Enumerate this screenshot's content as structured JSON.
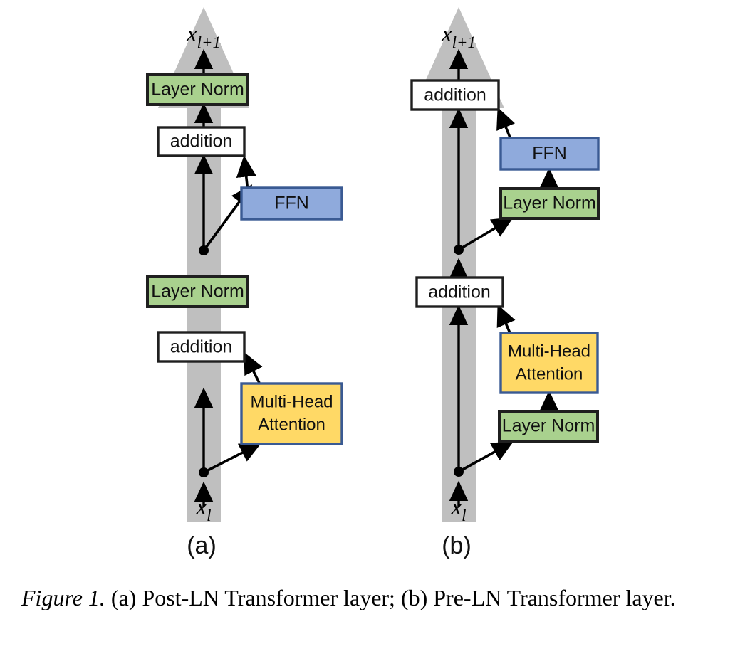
{
  "figure": {
    "caption_prefix": "Figure 1.",
    "caption_text": " (a) Post-LN Transformer layer; (b) Pre-LN Transformer layer.",
    "panels": [
      {
        "id": "a",
        "label": "(a)",
        "title": "Post-LN Transformer layer",
        "input_var": "x",
        "input_sub": "l",
        "output_var": "x",
        "output_sub": "l+1",
        "blocks": [
          {
            "name": "layer-norm-top",
            "label": "Layer Norm",
            "color": "#a9d18e",
            "border": "#1f1f1f"
          },
          {
            "name": "addition-top",
            "label": "addition",
            "color": "#ffffff",
            "border": "#1f1f1f"
          },
          {
            "name": "ffn",
            "label": "FFN",
            "color": "#8faadc",
            "border": "#3a5a93"
          },
          {
            "name": "layer-norm-bot",
            "label": "Layer Norm",
            "color": "#a9d18e",
            "border": "#1f1f1f"
          },
          {
            "name": "addition-bot",
            "label": "addition",
            "color": "#ffffff",
            "border": "#1f1f1f"
          },
          {
            "name": "multi-head-attention",
            "label": "Multi-Head Attention",
            "line1": "Multi-Head",
            "line2": "Attention",
            "color": "#ffd966",
            "border": "#3a5a93"
          }
        ]
      },
      {
        "id": "b",
        "label": "(b)",
        "title": "Pre-LN Transformer layer",
        "input_var": "x",
        "input_sub": "l",
        "output_var": "x",
        "output_sub": "l+1",
        "blocks": [
          {
            "name": "addition-top",
            "label": "addition",
            "color": "#ffffff",
            "border": "#1f1f1f"
          },
          {
            "name": "ffn",
            "label": "FFN",
            "color": "#8faadc",
            "border": "#3a5a93"
          },
          {
            "name": "layer-norm-ffn",
            "label": "Layer Norm",
            "color": "#a9d18e",
            "border": "#1f1f1f"
          },
          {
            "name": "addition-bot",
            "label": "addition",
            "color": "#ffffff",
            "border": "#1f1f1f"
          },
          {
            "name": "multi-head-attention",
            "label": "Multi-Head Attention",
            "line1": "Multi-Head",
            "line2": "Attention",
            "color": "#ffd966",
            "border": "#3a5a93"
          },
          {
            "name": "layer-norm-attn",
            "label": "Layer Norm",
            "color": "#a9d18e",
            "border": "#1f1f1f"
          }
        ]
      }
    ],
    "colors": {
      "residual_stream": "#bfbfbf",
      "layer_norm_fill": "#a9d18e",
      "ffn_fill": "#8faadc",
      "attention_fill": "#ffd966",
      "addition_fill": "#ffffff",
      "stroke": "#1f1f1f",
      "accent_border": "#3a5a93"
    },
    "text": {
      "layer_norm": "Layer Norm",
      "addition": "addition",
      "ffn": "FFN",
      "mha_line1": "Multi-Head",
      "mha_line2": "Attention"
    }
  }
}
